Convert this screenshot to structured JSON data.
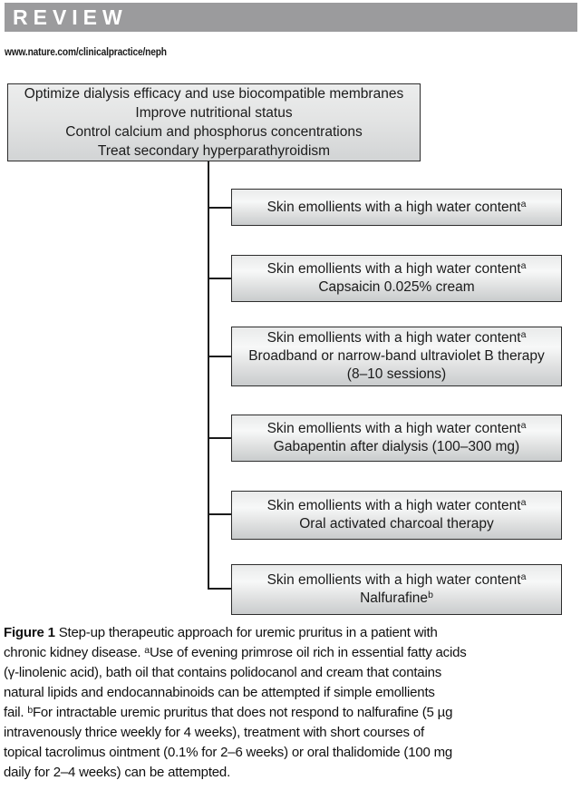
{
  "header": {
    "section_label": "REVIEW",
    "site_url": "www.nature.com/clinicalpractice/neph"
  },
  "colors": {
    "banner_gray": "#9b9b9d",
    "box_border": "#2d2d2d",
    "box_fill_light": "#f7f8f8",
    "box_fill_dark": "#c9cccd",
    "connector_black": "#1b1b1b"
  },
  "flowchart": {
    "root_box": {
      "lines": [
        "Optimize dialysis efficacy and use biocompatible membranes",
        "Improve nutritional status",
        "Control calcium and phosphorus concentrations",
        "Treat secondary hyperparathyroidism"
      ]
    },
    "steps": [
      {
        "line1": "Skin emollients with a high water content",
        "line1_sup": "a"
      },
      {
        "line1": "Skin emollients with a high water content",
        "line1_sup": "a",
        "line2": "Capsaicin 0.025% cream"
      },
      {
        "line1": "Skin emollients with a high water content",
        "line1_sup": "a",
        "line2": "Broadband or narrow-band ultraviolet B therapy",
        "line3": "(8–10 sessions)"
      },
      {
        "line1": "Skin emollients with a high water content",
        "line1_sup": "a",
        "line2": "Gabapentin after dialysis (100–300 mg)"
      },
      {
        "line1": "Skin emollients with a high water content",
        "line1_sup": "a",
        "line2": "Oral activated charcoal therapy"
      },
      {
        "line1": "Skin emollients with a high water content",
        "line1_sup": "a",
        "line2": "Nalfurafine",
        "line2_sup": "b"
      }
    ]
  },
  "caption": {
    "label": "Figure 1",
    "lines": [
      {
        "text": " Step-up therapeutic approach for uremic pruritus in a patient with"
      },
      {
        "pre": "chronic kidney disease. ",
        "sup": "a",
        "post": "Use of evening primrose oil rich in essential fatty acids"
      },
      {
        "text": "(γ-linolenic acid), bath oil that contains polidocanol and cream that contains"
      },
      {
        "text": "natural lipids and endocannabinoids can be attempted if simple emollients"
      },
      {
        "pre": "fail. ",
        "sup": "b",
        "post": "For intractable uremic pruritus that does not respond to nalfurafine (5 µg"
      },
      {
        "text": "intravenously thrice weekly for 4 weeks), treatment with short courses of"
      },
      {
        "text": "topical tacrolimus ointment (0.1% for 2–6 weeks) or oral thalidomide (100 mg"
      },
      {
        "text": "daily for 2–4 weeks) can be attempted."
      }
    ]
  }
}
